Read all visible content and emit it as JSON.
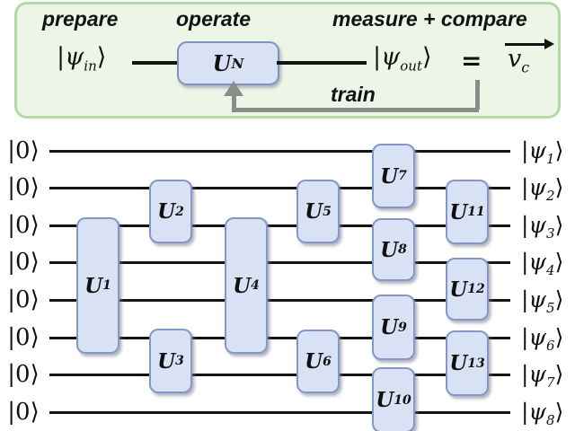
{
  "colors": {
    "panel_bg": "#edf5e7",
    "panel_border": "#b6d7a8",
    "gate_fill": "#d9e2f5",
    "gate_border": "#8497c6",
    "wire": "#141414",
    "feedback_gray": "#8c8c8c"
  },
  "panel": {
    "stages": [
      "prepare",
      "operate",
      "measure + compare"
    ],
    "train_label": "train",
    "psi_in": {
      "sym": "|ψ",
      "sub": "in",
      "ket": "⟩"
    },
    "un_gate": {
      "base": "U",
      "sub": "N"
    },
    "psi_out": {
      "sym": "|ψ",
      "sub": "out",
      "ket": "⟩"
    },
    "equals": "=",
    "v_c": {
      "base": "v",
      "sub": "c",
      "arrow_icon": "vector-arrow"
    }
  },
  "circuit": {
    "num_qubits": 8,
    "inputs": [
      "|0⟩",
      "|0⟩",
      "|0⟩",
      "|0⟩",
      "|0⟩",
      "|0⟩",
      "|0⟩",
      "|0⟩"
    ],
    "outputs": [
      {
        "sym": "|ψ",
        "sub": "1",
        "ket": "⟩"
      },
      {
        "sym": "|ψ",
        "sub": "2",
        "ket": "⟩"
      },
      {
        "sym": "|ψ",
        "sub": "3",
        "ket": "⟩"
      },
      {
        "sym": "|ψ",
        "sub": "4",
        "ket": "⟩"
      },
      {
        "sym": "|ψ",
        "sub": "5",
        "ket": "⟩"
      },
      {
        "sym": "|ψ",
        "sub": "6",
        "ket": "⟩"
      },
      {
        "sym": "|ψ",
        "sub": "7",
        "ket": "⟩"
      },
      {
        "sym": "|ψ",
        "sub": "8",
        "ket": "⟩"
      }
    ],
    "gates": [
      {
        "base": "U",
        "sub": "1",
        "wires": [
          3,
          6
        ]
      },
      {
        "base": "U",
        "sub": "2",
        "wires": [
          2,
          3
        ]
      },
      {
        "base": "U",
        "sub": "3",
        "wires": [
          6,
          7
        ]
      },
      {
        "base": "U",
        "sub": "4",
        "wires": [
          3,
          6
        ]
      },
      {
        "base": "U",
        "sub": "5",
        "wires": [
          2,
          3
        ]
      },
      {
        "base": "U",
        "sub": "6",
        "wires": [
          6,
          7
        ]
      },
      {
        "base": "U",
        "sub": "7",
        "wires": [
          1,
          2
        ]
      },
      {
        "base": "U",
        "sub": "8",
        "wires": [
          3,
          4
        ]
      },
      {
        "base": "U",
        "sub": "9",
        "wires": [
          5,
          6
        ]
      },
      {
        "base": "U",
        "sub": "10",
        "wires": [
          7,
          8
        ]
      },
      {
        "base": "U",
        "sub": "11",
        "wires": [
          2,
          3
        ]
      },
      {
        "base": "U",
        "sub": "12",
        "wires": [
          4,
          5
        ]
      },
      {
        "base": "U",
        "sub": "13",
        "wires": [
          6,
          7
        ]
      }
    ]
  }
}
